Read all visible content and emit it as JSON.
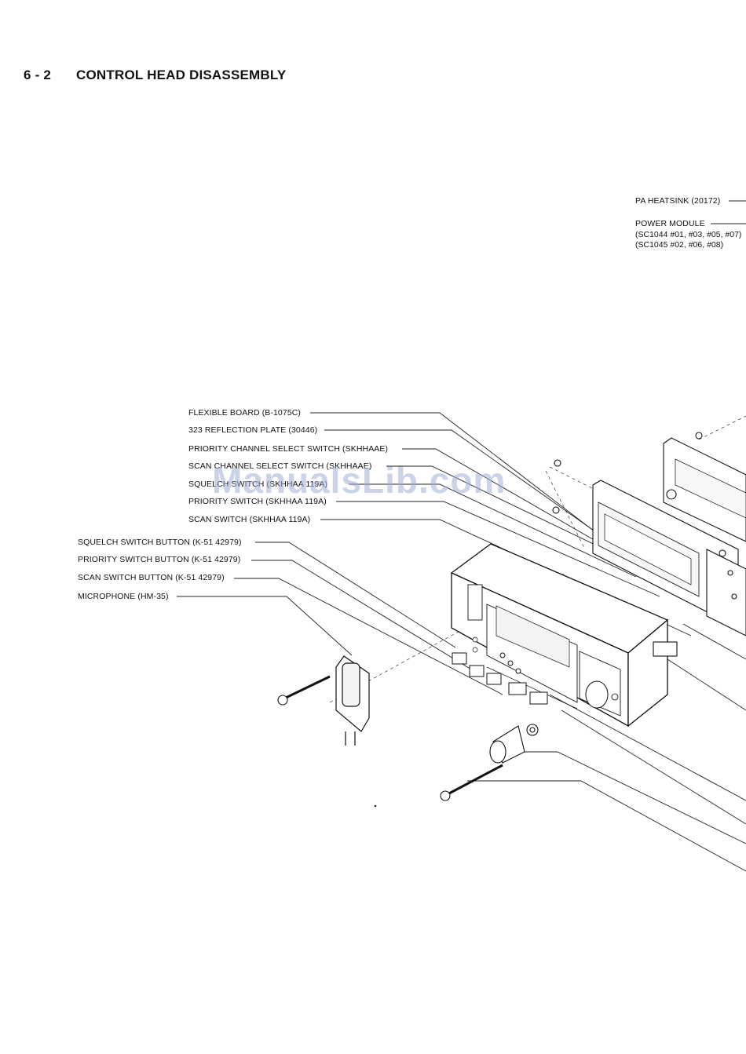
{
  "header": {
    "section_number": "6 - 2",
    "section_title": "CONTROL HEAD DISASSEMBLY"
  },
  "callouts_right": {
    "pa_heatsink": "PA HEATSINK (20172)",
    "power_module": "POWER MODULE",
    "power_module_sc1044": "(SC1044 #01, #03, #05, #07)",
    "power_module_sc1045": "(SC1045 #02, #06, #08)"
  },
  "callouts_left": [
    "FLEXIBLE BOARD (B-1075C)",
    "323 REFLECTION PLATE (30446)",
    "PRIORITY CHANNEL SELECT SWITCH (SKHHAAE)",
    "SCAN CHANNEL SELECT SWITCH (SKHHAAE)",
    "SQUELCH SWITCH (SKHHAA 119A)",
    "PRIORITY SWITCH (SKHHAA 119A)",
    "SCAN SWITCH (SKHHAA 119A)",
    "SQUELCH SWITCH BUTTON (K-51 42979)",
    "PRIORITY SWITCH BUTTON (K-51 42979)",
    "SCAN SWITCH BUTTON (K-51 42979)",
    "MICROPHONE (HM-35)"
  ],
  "watermark": "ManualsLib.com"
}
